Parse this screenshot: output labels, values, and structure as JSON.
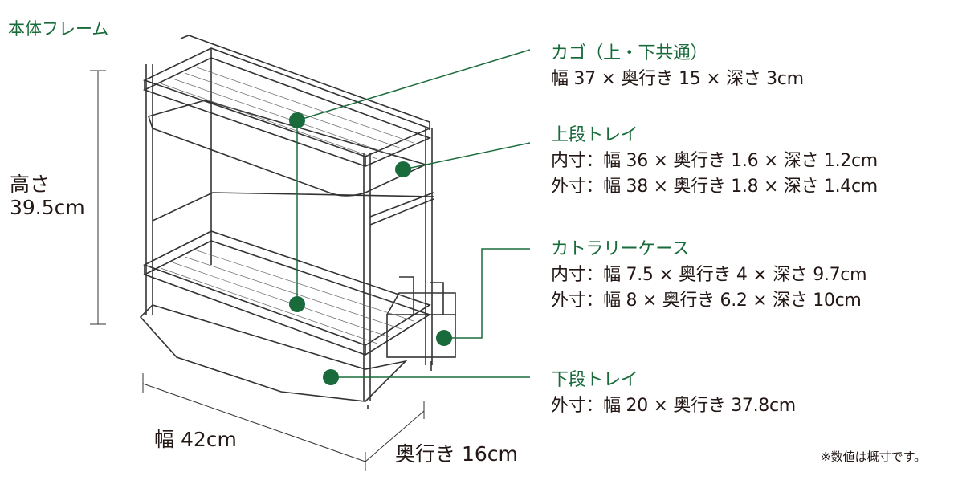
{
  "frame_title": "本体フレーム",
  "height_label": {
    "name": "高さ",
    "value": "39.5cm"
  },
  "width_label": "幅 42cm",
  "depth_label": "奥行き 16cm",
  "accent_color": "#1a6b3c",
  "parts": [
    {
      "title": "カゴ（上・下共通）",
      "lines": [
        "幅 37 × 奥行き 15 × 深さ 3cm"
      ]
    },
    {
      "title": "上段トレイ",
      "lines": [
        "内寸：幅 36 × 奥行き 1.6 × 深さ 1.2cm",
        "外寸：幅 38 × 奥行き 1.8 × 深さ 1.4cm"
      ]
    },
    {
      "title": "カトラリーケース",
      "lines": [
        "内寸：幅 7.5 × 奥行き 4 × 深さ 9.7cm",
        "外寸：幅 8 × 奥行き 6.2 × 深さ 10cm"
      ]
    },
    {
      "title": "下段トレイ",
      "lines": [
        "外寸：幅 20 × 奥行き 37.8cm"
      ]
    }
  ],
  "note": "※数値は概寸です。"
}
